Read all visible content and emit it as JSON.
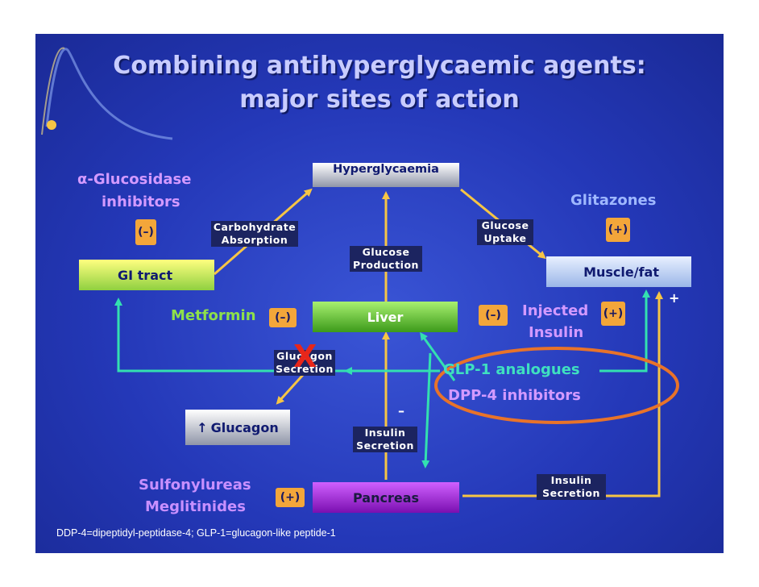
{
  "title_line1": "Combining antihyperglycaemic agents:",
  "title_line2": "major sites of action",
  "nodes": {
    "hyperglycaemia": "Hyperglycaemia",
    "gi_tract": "GI tract",
    "liver": "Liver",
    "muscle_fat": "Muscle/fat",
    "glucagon": "Glucagon",
    "glucagon_arrow": "↑",
    "pancreas": "Pancreas"
  },
  "process_labels": {
    "carb_absorption_1": "Carbohydrate",
    "carb_absorption_2": "Absorption",
    "glucose_production_1": "Glucose",
    "glucose_production_2": "Production",
    "glucose_uptake_1": "Glucose",
    "glucose_uptake_2": "Uptake",
    "glucagon_secretion_1": "Glucagon",
    "glucagon_secretion_2": "Secretion",
    "insulin_secretion_mid_1": "Insulin",
    "insulin_secretion_mid_2": "Secretion",
    "insulin_secretion_right_1": "Insulin",
    "insulin_secretion_right_2": "Secretion"
  },
  "agents": {
    "alpha_glucosidase_1": "α-Glucosidase",
    "alpha_glucosidase_2": "inhibitors",
    "glitazones": "Glitazones",
    "metformin": "Metformin",
    "injected_insulin_1": "Injected",
    "injected_insulin_2": "Insulin",
    "glp1": "GLP-1 analogues",
    "dpp4": "DPP-4 inhibitors",
    "sulfonylureas": "Sulfonylureas",
    "meglitinides": "Meglitinides"
  },
  "signs": {
    "alpha_glucosidase": "(–)",
    "glitazones": "(+)",
    "metformin": "(–)",
    "injected_insulin_minus": "(–)",
    "injected_insulin_plus": "(+)",
    "sulfonylureas": "(+)",
    "minus_mark": "–",
    "plus_mark": "+",
    "block_mark": "X"
  },
  "footnote": "DDP-4=dipeptidyl-peptidase-4; GLP-1=glucagon-like peptide-1",
  "colors": {
    "background": "#2438b8",
    "arrow_yellow": "#f6c545",
    "arrow_cyan": "#33e0b0",
    "highlight_ring": "#e8732a",
    "block_red": "#e8261a",
    "metformin_green": "#8ee04a",
    "agent_lilac": "#c890ff",
    "glp_cyan": "#3fe0c0"
  }
}
